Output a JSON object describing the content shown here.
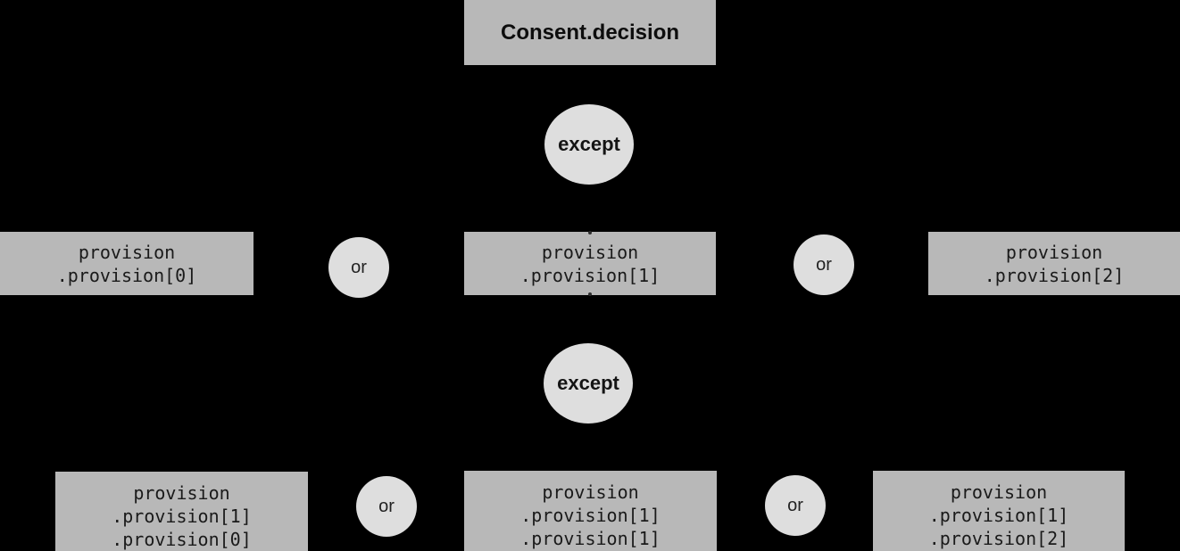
{
  "colors": {
    "background": "#000000",
    "box_fill": "#b8b8b8",
    "ellipse_fill": "#dedede",
    "text": "#1a1a1a"
  },
  "root": {
    "label": "Consent.decision"
  },
  "level1": {
    "except_label": "except",
    "or_labels": [
      "or",
      "or"
    ],
    "nodes": [
      {
        "lines": [
          "provision",
          ".provision[0]"
        ]
      },
      {
        "lines": [
          "provision",
          ".provision[1]"
        ]
      },
      {
        "lines": [
          "provision",
          ".provision[2]"
        ]
      }
    ]
  },
  "level2": {
    "except_label": "except",
    "or_labels": [
      "or",
      "or"
    ],
    "nodes": [
      {
        "lines": [
          "provision",
          ".provision[1]",
          ".provision[0]"
        ]
      },
      {
        "lines": [
          "provision",
          ".provision[1]",
          ".provision[1]"
        ]
      },
      {
        "lines": [
          "provision",
          ".provision[1]",
          ".provision[2]"
        ]
      }
    ]
  }
}
